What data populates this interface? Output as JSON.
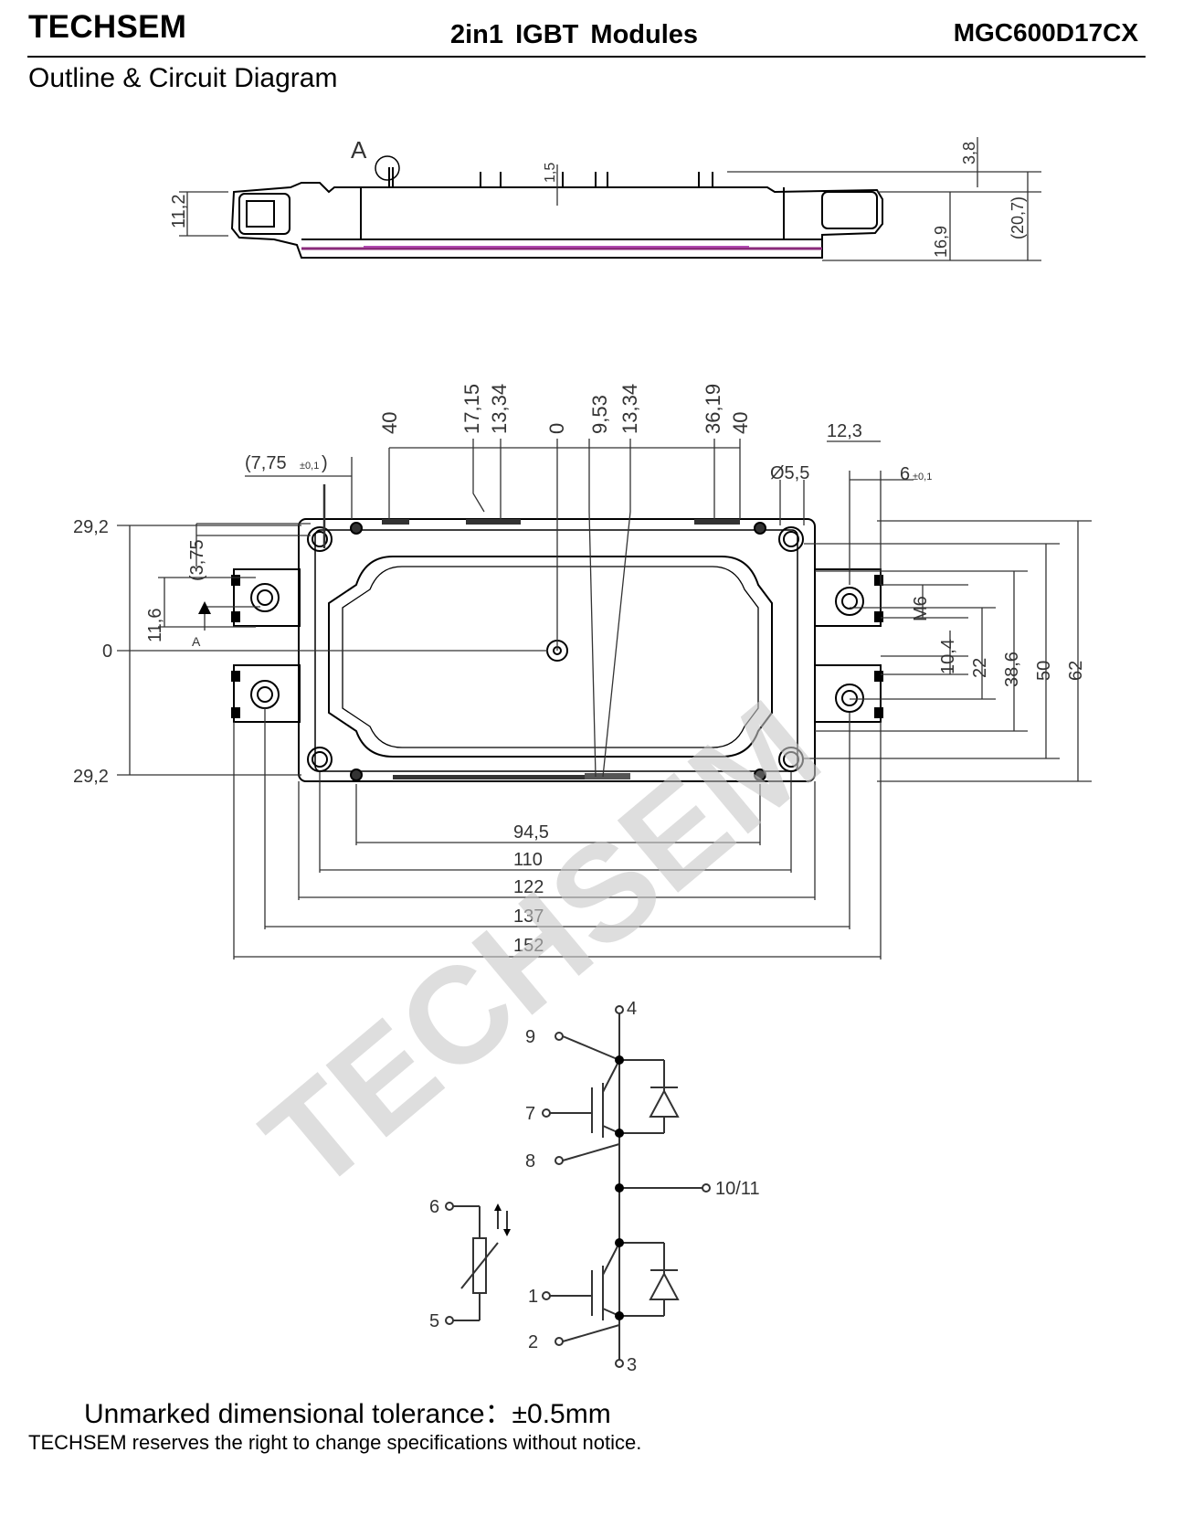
{
  "header": {
    "brand": "TECHSEM",
    "title": "2in1  IGBT  Modules",
    "part_number": "MGC600D17CX"
  },
  "section_title": "Outline & Circuit Diagram",
  "side_view": {
    "view_label": "A",
    "dim_left": "11,2",
    "dim_top_pin": "1,5",
    "dim_right_pin": "3,8",
    "dim_right_body": "16,9",
    "dim_total": "(20,7)"
  },
  "top_view": {
    "top_dims": [
      "40",
      "17,15",
      "13,34",
      "0",
      "9,53",
      "13,34",
      "36,19",
      "40"
    ],
    "offset_x": "(7,75",
    "offset_tol": "±0,1",
    "offset_close": ")",
    "offset_y": "(3,75",
    "hole_dia": "Ø5,5",
    "dim_12_3": "12,3",
    "dim_6": "6",
    "dim_6_tol": "±0,1",
    "left_ticks": [
      "29,2",
      "0",
      "29,2"
    ],
    "dim_11_6": "11,6",
    "arrow_label": "A",
    "thread": "M6",
    "right_dims": [
      "10,4",
      "22",
      "38,6",
      "50",
      "62"
    ],
    "bottom_dims": [
      "94,5",
      "110",
      "122",
      "137",
      "152"
    ],
    "watermark": "TECHSEM"
  },
  "circuit": {
    "pins": [
      "4",
      "9",
      "7",
      "8",
      "10/11",
      "6",
      "5",
      "1",
      "2",
      "3"
    ]
  },
  "footer": {
    "tolerance_note": "Unmarked dimensional tolerance：±0.5mm",
    "notice": "TECHSEM reserves the right to change specifications without notice."
  }
}
